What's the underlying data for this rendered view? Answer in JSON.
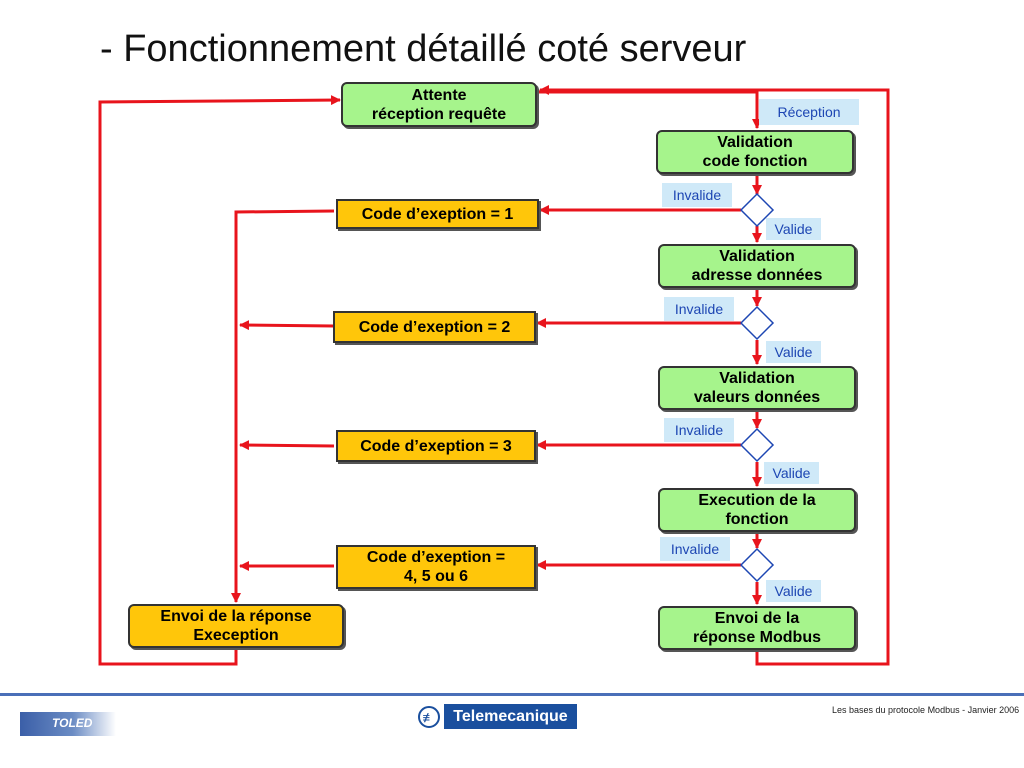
{
  "title": "- Fonctionnement détaillé coté serveur",
  "boxes": {
    "wait": "Attente\nréception requête",
    "validation_code": "Validation\ncode fonction",
    "validation_address": "Validation\nadresse données",
    "validation_values": "Validation\nvaleurs données",
    "execution": "Execution de la\nfonction",
    "send_modbus": "Envoi de la\nréponse Modbus",
    "exception1": "Code d’exeption = 1",
    "exception2": "Code d’exeption = 2",
    "exception3": "Code d’exeption = 3",
    "exception456": "Code d’exeption =\n4, 5 ou 6",
    "send_exception": "Envoi de la réponse\nExeception"
  },
  "labels": {
    "reception": "Réception",
    "invalid": "Invalide",
    "valid": "Valide"
  },
  "footer": {
    "toled": "TOLED",
    "brand": "Telemecanique",
    "brand_icon": "telemecanique-logo-icon",
    "note": "Les bases du protocole Modbus - Janvier 2006"
  },
  "colors": {
    "arrow": "#e8141c",
    "process_box": "#a6f48c",
    "exception_box": "#ffc60a",
    "label_background": "#cfe9f8",
    "label_text": "#1d46b3"
  }
}
